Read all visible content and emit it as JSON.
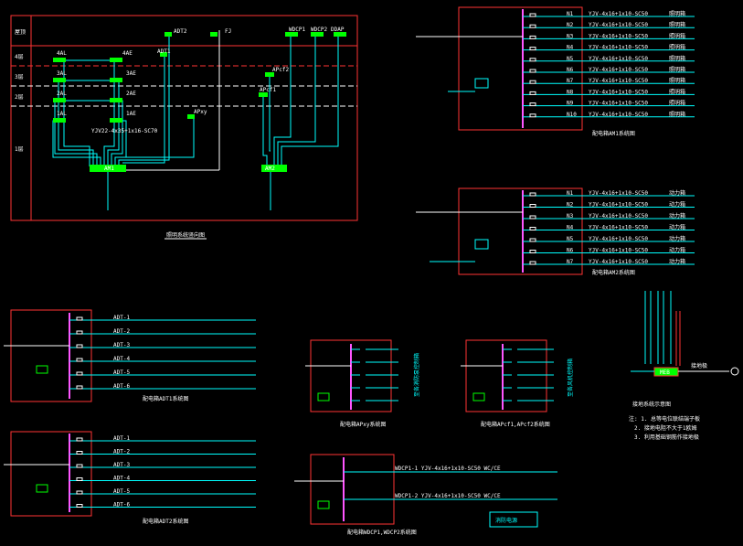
{
  "riser": {
    "title": "照明系统竖向图",
    "floors": [
      "屋顶",
      "4层",
      "3层",
      "2层",
      "1层"
    ],
    "boxes_top": [
      "4AL",
      "4AE",
      "ADT2",
      "FJ",
      "WDCP1",
      "WDCP2",
      "DDAP"
    ],
    "boxes_3": [
      "3AL",
      "3AE",
      "ADT1",
      "APcf2"
    ],
    "boxes_2": [
      "2AL",
      "2AE",
      "APcf1"
    ],
    "boxes_1": [
      "1AL",
      "1AE",
      "APxy"
    ],
    "main_left": "AM1",
    "main_right": "AM2",
    "cable_note": "YJV22-4x35+1x16-SC70"
  },
  "am1": {
    "title": "配电箱AM1系统图",
    "circuits": [
      "N1",
      "N2",
      "N3",
      "N4",
      "N5",
      "N6",
      "N7",
      "N8",
      "N9",
      "N10"
    ],
    "spec": "YJV-4x16+1x10-SC50",
    "load": "照明箱"
  },
  "am2": {
    "title": "配电箱AM2系统图",
    "circuits": [
      "N1",
      "N2",
      "N3",
      "N4",
      "N5",
      "N6",
      "N7"
    ],
    "spec": "YJV-4x16+1x10-SC50",
    "load": "动力箱"
  },
  "adt1": {
    "title": "配电箱ADT1系统图",
    "circuits": [
      "ADT-1",
      "ADT-2",
      "ADT-3",
      "ADT-4",
      "ADT-5",
      "ADT-6"
    ]
  },
  "adt2": {
    "title": "配电箱ADT2系统图",
    "circuits": [
      "ADT-1",
      "ADT-2",
      "ADT-3",
      "ADT-4",
      "ADT-5",
      "ADT-6"
    ]
  },
  "apxy": {
    "title": "配电箱APxy系统图",
    "vertical_label": "至各消防泵控制箱"
  },
  "apcf": {
    "title": "配电箱APcf1,APcf2系统图",
    "vertical_label": "至各风机控制箱"
  },
  "wdcp": {
    "title": "配电箱WDCP1,WDCP2系统图",
    "rows": [
      "WDCP1-1 YJV-4x16+1x10-SC50 WC/CE",
      "WDCP1-2 YJV-4x16+1x10-SC50 WC/CE"
    ],
    "note": "消防电源"
  },
  "ground": {
    "title": "接地系统示意图",
    "box_label": "MEB",
    "right_label": "接地极",
    "notes": [
      "注: 1. 总等电位联结端子板",
      "2. 接地电阻不大于1欧姆",
      "3. 利用基础钢筋作接地极"
    ]
  },
  "colors": {
    "frame": "#ff3333",
    "cyan": "#00ffff",
    "green": "#00ff00",
    "magenta": "#ff55ff",
    "white": "#ffffff"
  }
}
